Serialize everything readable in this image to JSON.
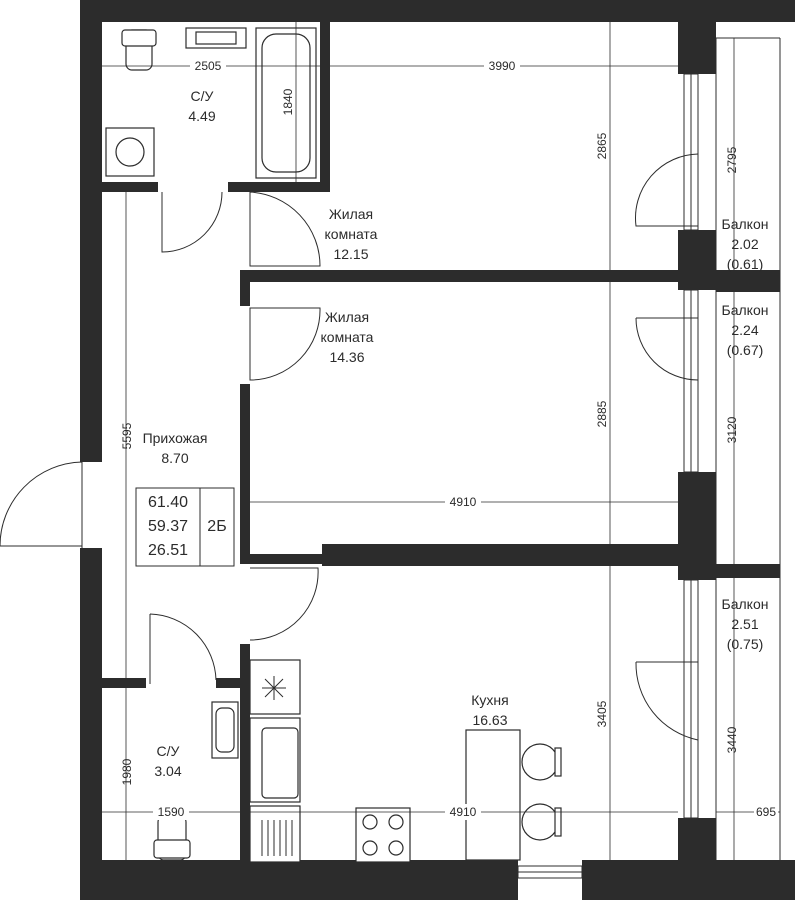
{
  "rooms": [
    {
      "name": "С/У",
      "area": "4.49"
    },
    {
      "name_line1": "Жилая",
      "name_line2": "комната",
      "area": "12.15"
    },
    {
      "name_line1": "Жилая",
      "name_line2": "комната",
      "area": "14.36"
    },
    {
      "name": "Прихожая",
      "area": "8.70"
    },
    {
      "name": "С/У",
      "area": "3.04"
    },
    {
      "name": "Кухня",
      "area": "16.63"
    },
    {
      "name": "Балкон",
      "area": "2.02",
      "reduced": "(0.61)"
    },
    {
      "name": "Балкон",
      "area": "2.24",
      "reduced": "(0.67)"
    },
    {
      "name": "Балкон",
      "area": "2.51",
      "reduced": "(0.75)"
    }
  ],
  "summary": {
    "total": "61.40",
    "living_total": "59.37",
    "living": "26.51",
    "type": "2Б"
  },
  "dimensions": {
    "bath_width": "2505",
    "room1_width": "3990",
    "bath_tub": "1840",
    "room1_depth": "2865",
    "balcony1": "2795",
    "hall_length": "5595",
    "room2_depth": "2885",
    "room2_width": "4910",
    "balcony2": "3120",
    "wc_depth": "1980",
    "wc_width": "1590",
    "kitchen_depth": "3405",
    "kitchen_width": "4910",
    "balcony3": "3440",
    "balcony_depth": "695"
  }
}
